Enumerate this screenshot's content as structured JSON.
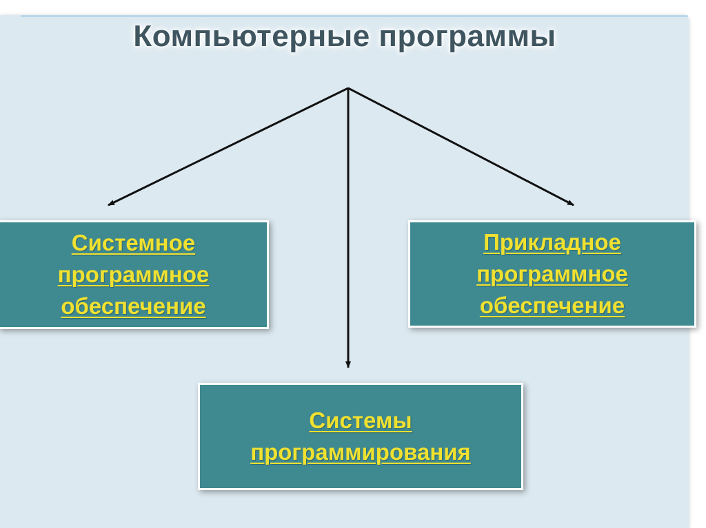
{
  "title": "Компьютерные программы",
  "boxes": {
    "system": [
      "Системное",
      "программное",
      "обеспечение"
    ],
    "applied": [
      "Прикладное",
      "программное",
      "обеспечение"
    ],
    "programming": [
      "Системы",
      "программирования"
    ]
  },
  "colors": {
    "background": "#dce9f0",
    "box_fill": "#3f8990",
    "box_text": "#f0e130",
    "title_text": "#3f5560",
    "arrow": "#111111"
  }
}
